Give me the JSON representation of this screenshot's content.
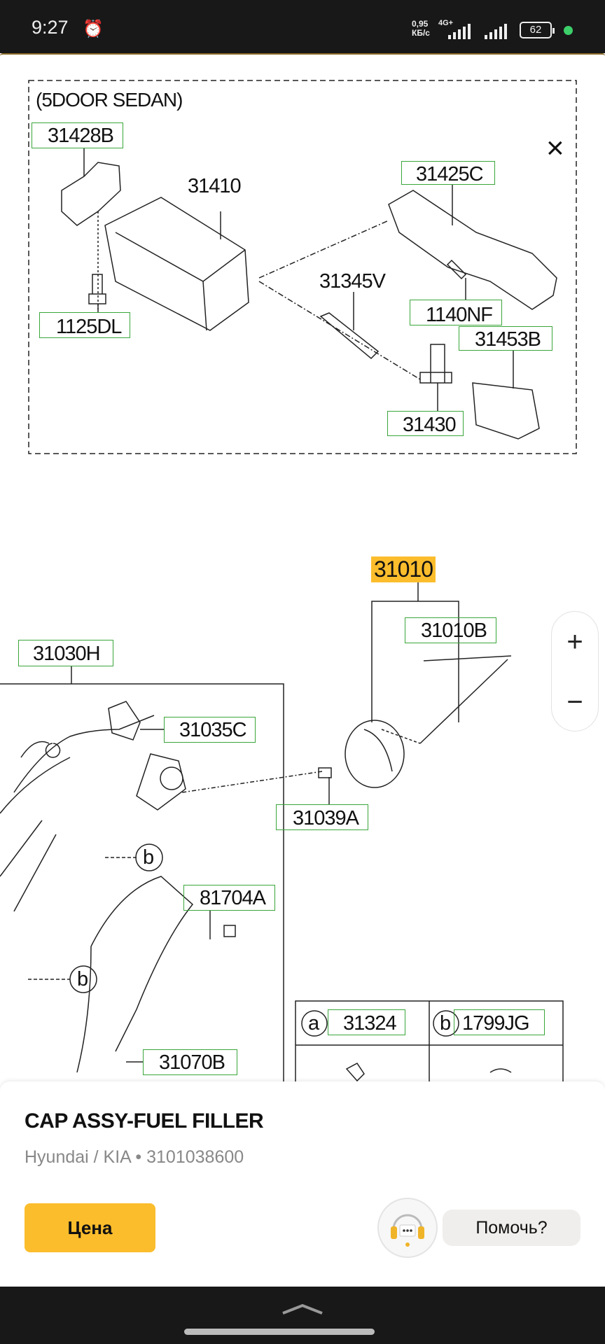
{
  "status_bar": {
    "time": "9:27",
    "speed_value": "0,95",
    "speed_unit": "КБ/с",
    "network": "4G+",
    "battery": "62"
  },
  "diagram": {
    "section_title": "(5DOOR SEDAN)",
    "close_icon": "×",
    "labels": {
      "p31428B": "31428B",
      "p31410": "31410",
      "p31425C": "31425C",
      "p31345V": "31345V",
      "p1140NF": "1140NF",
      "p31453B": "31453B",
      "p1125DL": "1125DL",
      "p31430": "31430",
      "p31010": "31010",
      "p31010B": "31010B",
      "p31030H": "31030H",
      "p31035C": "31035C",
      "p31039A": "31039A",
      "p81704A": "81704A",
      "p31070B": "31070B"
    },
    "callouts": {
      "b": "b",
      "a": "a"
    },
    "legend_table": [
      {
        "marker": "a",
        "part": "31324"
      },
      {
        "marker": "b",
        "part": "1799JG"
      }
    ],
    "highlight_color": "#fbbd2c"
  },
  "zoom_controls": {
    "zoom_in": "+",
    "zoom_out": "−"
  },
  "sheet": {
    "title": "CAP ASSY-FUEL FILLER",
    "subtitle": "Hyundai / KIA • 3101038600",
    "price_button": "Цена",
    "help_button": "Помочь?",
    "accent": "#fbbd2c"
  }
}
